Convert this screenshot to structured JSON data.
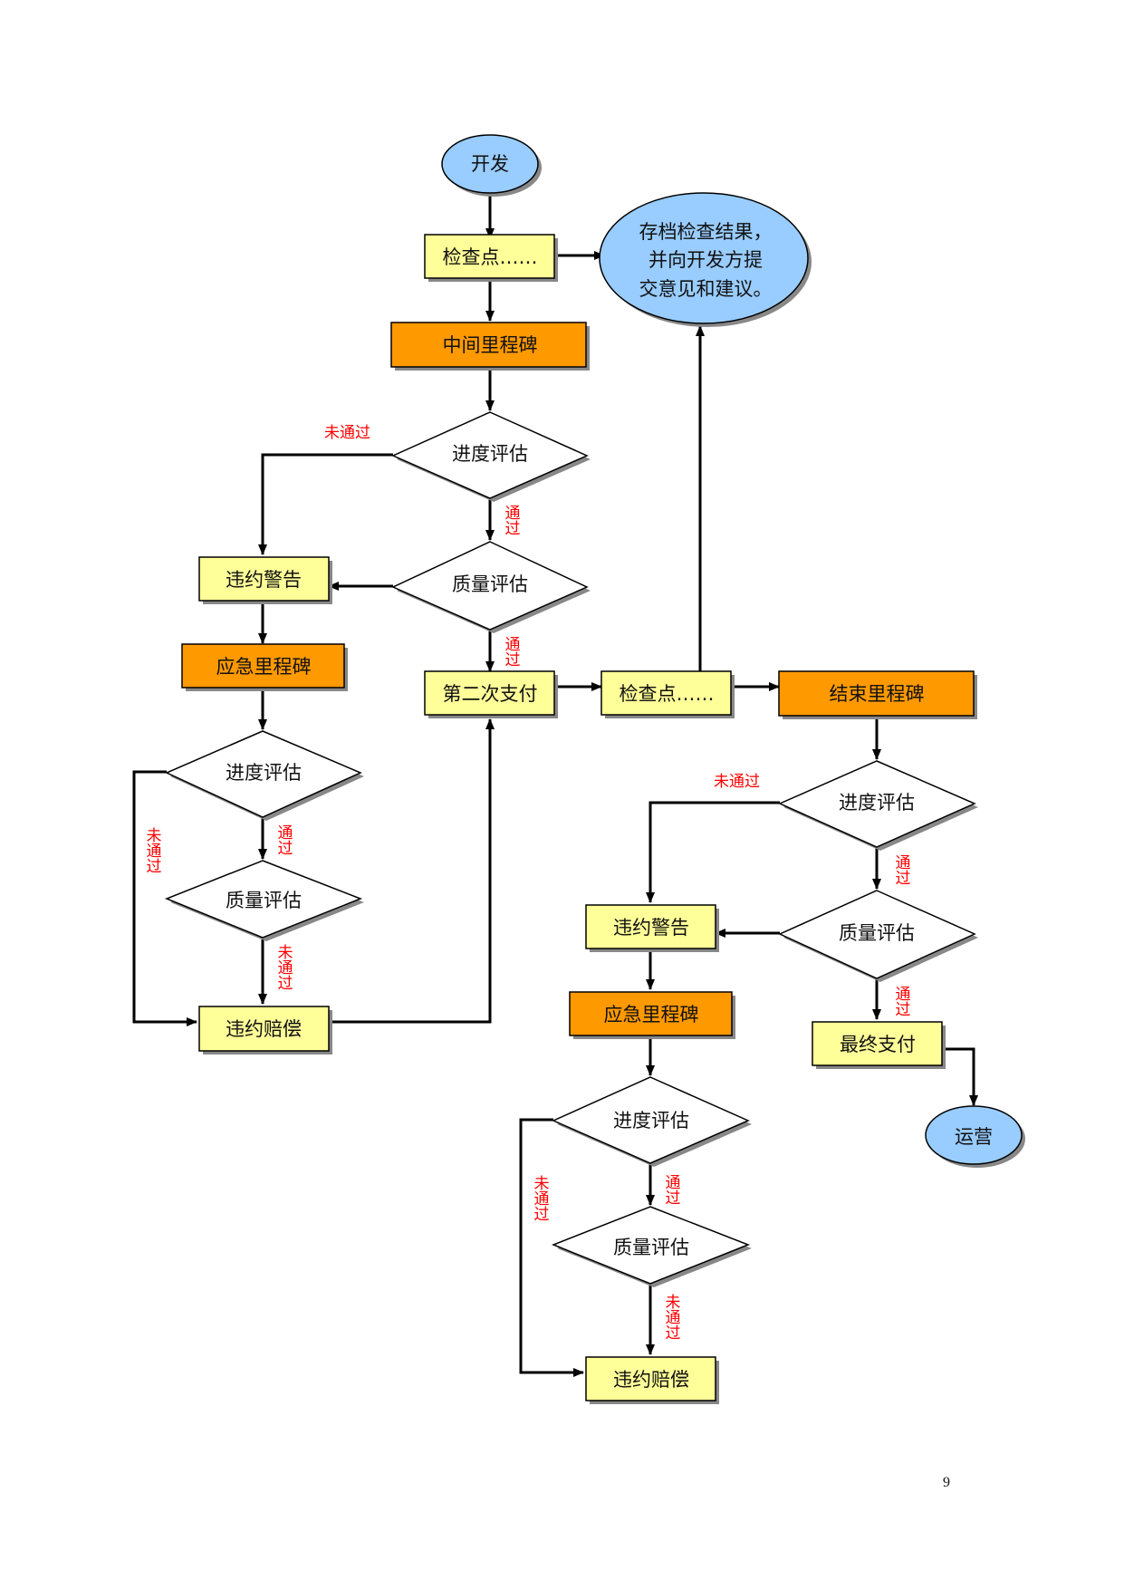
{
  "colors": {
    "yellow": "#ffff99",
    "orange": "#ff9900",
    "blue": "#99ccff",
    "line": "#000000",
    "red": "#ff0000"
  },
  "nodes": {
    "start": "开发",
    "check1": "检查点……",
    "archive_line1": "存档检查结果，",
    "archive_line2": "并向开发方提",
    "archive_line3": "交意见和建议。",
    "mid_milestone": "中间里程碑",
    "progress1": "进度评估",
    "quality1": "质量评估",
    "warning1": "违约警告",
    "emergency1": "应急里程碑",
    "progress2": "进度评估",
    "quality2": "质量评估",
    "compensation1": "违约赔偿",
    "second_payment": "第二次支付",
    "check2": "检查点……",
    "end_milestone": "结束里程碑",
    "progress3": "进度评估",
    "quality3": "质量评估",
    "warning2": "违约警告",
    "emergency2": "应急里程碑",
    "final_payment": "最终支付",
    "operation": "运营",
    "progress4": "进度评估",
    "quality4": "质量评估",
    "compensation2": "违约赔偿"
  },
  "edge_labels": {
    "fail": "未通过",
    "pass": "通过"
  },
  "page_number": "9"
}
